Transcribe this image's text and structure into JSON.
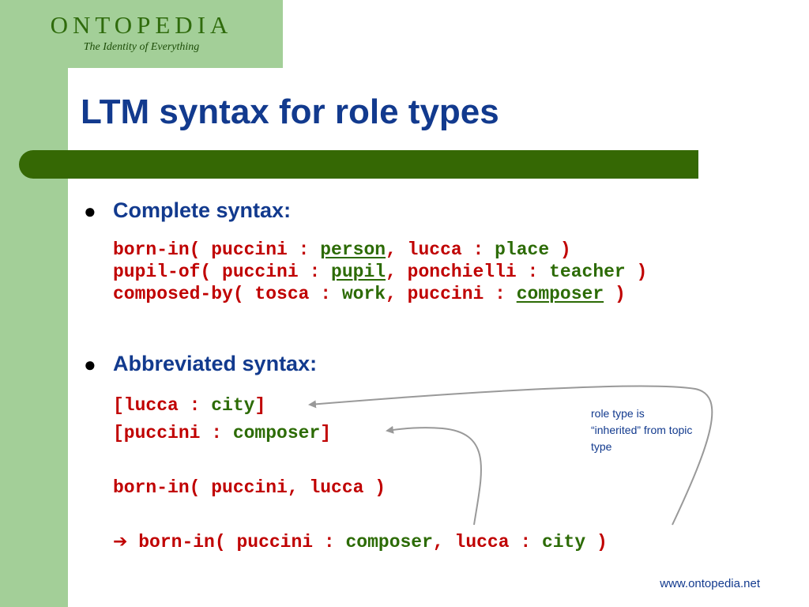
{
  "logo": {
    "name": "ONTOPEDIA",
    "tagline": "The Identity of Everything"
  },
  "slide": {
    "title": "LTM syntax for role types",
    "bullets": [
      {
        "label": "Complete syntax:"
      },
      {
        "label": "Abbreviated syntax:"
      }
    ],
    "complete_lines": [
      [
        {
          "t": "born-in( puccini : "
        },
        {
          "t": "person",
          "c": "role-type",
          "u": true
        },
        {
          "t": ", lucca : "
        },
        {
          "t": "place",
          "c": "role-type"
        },
        {
          "t": " )"
        }
      ],
      [
        {
          "t": "pupil-of( puccini : "
        },
        {
          "t": "pupil",
          "c": "role-type",
          "u": true
        },
        {
          "t": ", ponchielli : "
        },
        {
          "t": "teacher",
          "c": "role-type"
        },
        {
          "t": " )"
        }
      ],
      [
        {
          "t": "composed-by( tosca : "
        },
        {
          "t": "work",
          "c": "role-type"
        },
        {
          "t": ", puccini : "
        },
        {
          "t": "composer",
          "c": "role-type",
          "u": true
        },
        {
          "t": " )"
        }
      ]
    ],
    "abbrev_lines": [
      [
        {
          "t": "[lucca : "
        },
        {
          "t": "city",
          "c": "role-type"
        },
        {
          "t": "]"
        }
      ],
      [
        {
          "t": "[puccini : "
        },
        {
          "t": "composer",
          "c": "role-type"
        },
        {
          "t": "]"
        }
      ],
      [],
      [
        {
          "t": "born-in( puccini, lucca )"
        }
      ],
      [],
      [
        {
          "t": "➔",
          "c": "arrow"
        },
        {
          "t": " born-in( puccini : "
        },
        {
          "t": "composer",
          "c": "role-type"
        },
        {
          "t": ", lucca : "
        },
        {
          "t": "city",
          "c": "role-type"
        },
        {
          "t": " )"
        }
      ]
    ],
    "annotation": "role type is “inherited” from topic type",
    "footer_url": "www.ontopedia.net"
  },
  "colors": {
    "band": "#a3cf98",
    "title_bar": "#356804",
    "title_text": "#123a8e",
    "code_red": "#c00000",
    "code_green": "#2c6b05",
    "connector": "#999999"
  }
}
